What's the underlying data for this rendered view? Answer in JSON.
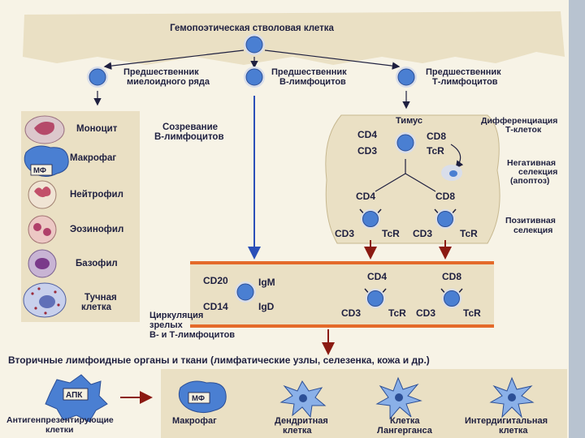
{
  "top": {
    "title": "Гемопоэтическая стволовая клетка",
    "myeloid": [
      "Предшественник",
      "миелоидного ряда"
    ],
    "b_prog": [
      "Предшественник",
      "В-лимфоцитов"
    ],
    "t_prog": [
      "Предшественник",
      "Т-лимфоцитов"
    ]
  },
  "myeloid_cells": {
    "monocyte": "Моноцит",
    "macrophage": "Макрофаг",
    "mf_tag": "МФ",
    "neutrophil": "Нейтрофил",
    "eosinophil": "Эозинофил",
    "basophil": "Базофил",
    "mast": [
      "Тучная",
      "клетка"
    ]
  },
  "b_maturation": [
    "Созревание",
    "В-лимфоцитов"
  ],
  "thymus": {
    "title": "Тимус",
    "cd4": "CD4",
    "cd8": "CD8",
    "cd3": "CD3",
    "tcr": "TcR"
  },
  "right_labels": {
    "differentiation": [
      "Дифференциация",
      "Т-клеток"
    ],
    "negative": [
      "Негативная",
      "селекция",
      "(апоптоз)"
    ],
    "positive": [
      "Позитивная",
      "селекция"
    ]
  },
  "circulation": {
    "cd20": "CD20",
    "cd14": "CD14",
    "igm": "IgM",
    "igd": "IgD",
    "label": [
      "Циркуляция",
      "зрелых",
      "В- и Т-лимфоцитов"
    ]
  },
  "secondary": {
    "title": "Вторичные лимфоидные органы и ткани (лимфатические узлы, селезенка, кожа и др.)",
    "apc_tag": "АПК",
    "apc_label": [
      "Антигенпрезентирующие",
      "клетки"
    ],
    "mf_tag": "МФ",
    "macrophage": "Макрофаг",
    "dendritic": [
      "Дендритная",
      "клетка"
    ],
    "langerhans": [
      "Клетка",
      "Лангерганса"
    ],
    "interdigital": [
      "Интердигитальная",
      "клетка"
    ]
  },
  "colors": {
    "cream": "#eae0c4",
    "cell_blue": "#4a7fd2",
    "cell_ring": "#d9deea",
    "arrow_blue": "#2a4fb8",
    "arrow_dark": "#8b1a12",
    "orange": "#e46a2a",
    "steel": "#b8c3d0"
  }
}
